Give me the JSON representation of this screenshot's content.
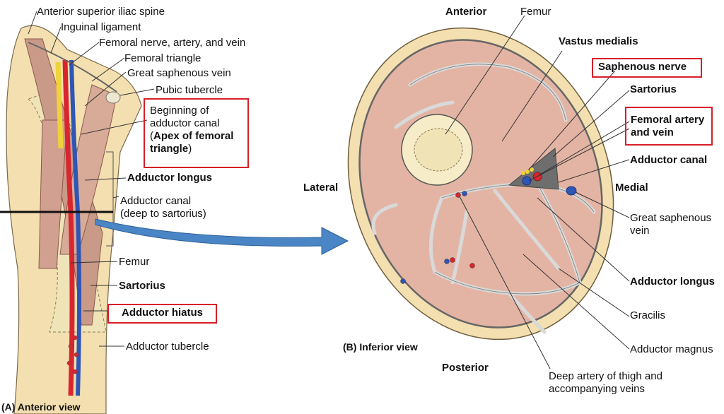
{
  "panel_a": {
    "caption": "(A) Anterior view",
    "labels": {
      "asis": "Anterior superior iliac spine",
      "inguinal": "Inguinal ligament",
      "fnav": "Femoral nerve, artery, and vein",
      "femoral_triangle": "Femoral triangle",
      "gsv": "Great saphenous vein",
      "pubic": "Pubic tubercle",
      "beginning_line1": "Beginning of",
      "beginning_line2": "adductor canal",
      "apex_open": "(",
      "apex_bold1": "Apex of femoral",
      "apex_bold2": "triangle",
      "apex_close": ")",
      "adductor_longus": "Adductor longus",
      "adductor_canal_line1": "Adductor canal",
      "adductor_canal_line2": "(deep to sartorius)",
      "femur": "Femur",
      "sartorius": "Sartorius",
      "adductor_hiatus": "Adductor hiatus",
      "adductor_tubercle": "Adductor tubercle"
    }
  },
  "panel_b": {
    "caption": "(B) Inferior view",
    "orientation": {
      "anterior": "Anterior",
      "posterior": "Posterior",
      "lateral": "Lateral",
      "medial": "Medial"
    },
    "labels": {
      "femur": "Femur",
      "vastus_medialis": "Vastus medialis",
      "saphenous_nerve": "Saphenous nerve",
      "sartorius": "Sartorius",
      "femoral_av_line1": "Femoral artery",
      "femoral_av_line2": "and vein",
      "adductor_canal": "Adductor canal",
      "gsv_line1": "Great saphenous",
      "gsv_line2": "vein",
      "adductor_longus": "Adductor longus",
      "gracilis": "Gracilis",
      "adductor_magnus": "Adductor magnus",
      "deep_artery_line1": "Deep artery of thigh and",
      "deep_artery_line2": "accompanying veins"
    }
  },
  "colors": {
    "highlight": "#d81e28",
    "muscle": "#e3b4a4",
    "skin": "#f3dfb0",
    "bone": "#f6ecc8",
    "artery": "#d8262e",
    "vein": "#2f55b5",
    "nerve": "#f0d23a",
    "arrow": "#4a86c6"
  }
}
